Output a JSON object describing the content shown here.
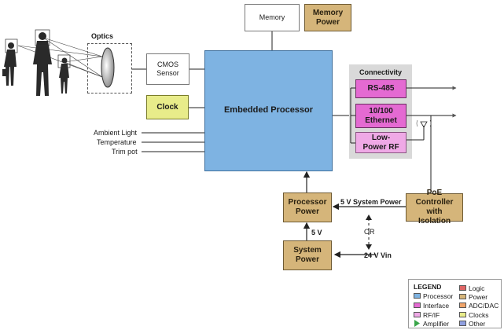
{
  "blocks": {
    "memory": "Memory",
    "memory_power": "Memory Power",
    "optics": "Optics",
    "cmos_sensor": "CMOS Sensor",
    "clock": "Clock",
    "embedded_processor": "Embedded Processor",
    "connectivity": "Connectivity",
    "rs485": "RS-485",
    "ethernet": "10/100 Ethernet",
    "low_power_rf": "Low-Power RF",
    "processor_power": "Processor Power",
    "system_power": "System Power",
    "poe_controller": "PoE Controller with Isolation"
  },
  "inputs": {
    "ambient_light": "Ambient Light",
    "temperature": "Temperature",
    "trim_pot": "Trim pot"
  },
  "labels": {
    "five_v_system_power": "5 V System Power",
    "or": "OR",
    "five_v": "5 V",
    "twenty_four_v_vin": "24 V Vin"
  },
  "legend": {
    "title": "LEGEND",
    "items": [
      {
        "label": "Processor",
        "color": "#7eb3e2"
      },
      {
        "label": "Interface",
        "color": "#e46ad2"
      },
      {
        "label": "RF/IF",
        "color": "#efa9e6"
      },
      {
        "label": "Amplifier",
        "color": "#3aa64a"
      },
      {
        "label": "Logic",
        "color": "#e06666"
      },
      {
        "label": "Power",
        "color": "#d5b57a"
      },
      {
        "label": "ADC/DAC",
        "color": "#f0a46a"
      },
      {
        "label": "Clocks",
        "color": "#e8ec8a"
      },
      {
        "label": "Other",
        "color": "#8f9fe0"
      }
    ]
  }
}
